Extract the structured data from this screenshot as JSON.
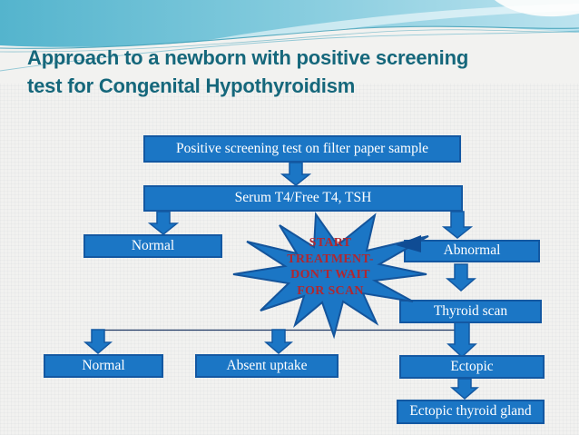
{
  "slide": {
    "title": {
      "line1": "Approach to a newborn with positive screening",
      "line2": "test for Congenital Hypothyroidism"
    }
  },
  "flowchart": {
    "screening_box": "Positive screening test on filter paper sample",
    "serum_box": "Serum T4/Free T4, TSH",
    "normal_mid_box": "Normal",
    "abnormal_box": "Abnormal",
    "thyroid_scan_box": "Thyroid scan",
    "normal_bottom_box": "Normal",
    "absent_uptake_box": "Absent uptake",
    "ectopic_box": "Ectopic",
    "ectopic_gland_box": "Ectopic thyroid gland",
    "starburst": {
      "line1": "START",
      "line2": "TREATMENT-",
      "line3": "DON'T WAIT",
      "line4": "FOR SCAN"
    }
  },
  "colors": {
    "box_fill": "#1B76C5",
    "box_border": "#1358A2",
    "box_text": "#FFFFFF",
    "title_text": "#15677B",
    "starburst_text": "#B02730",
    "connector_line": "#1F3864",
    "wave_teal": "#54B4CD",
    "background": "#F2F2F0"
  }
}
